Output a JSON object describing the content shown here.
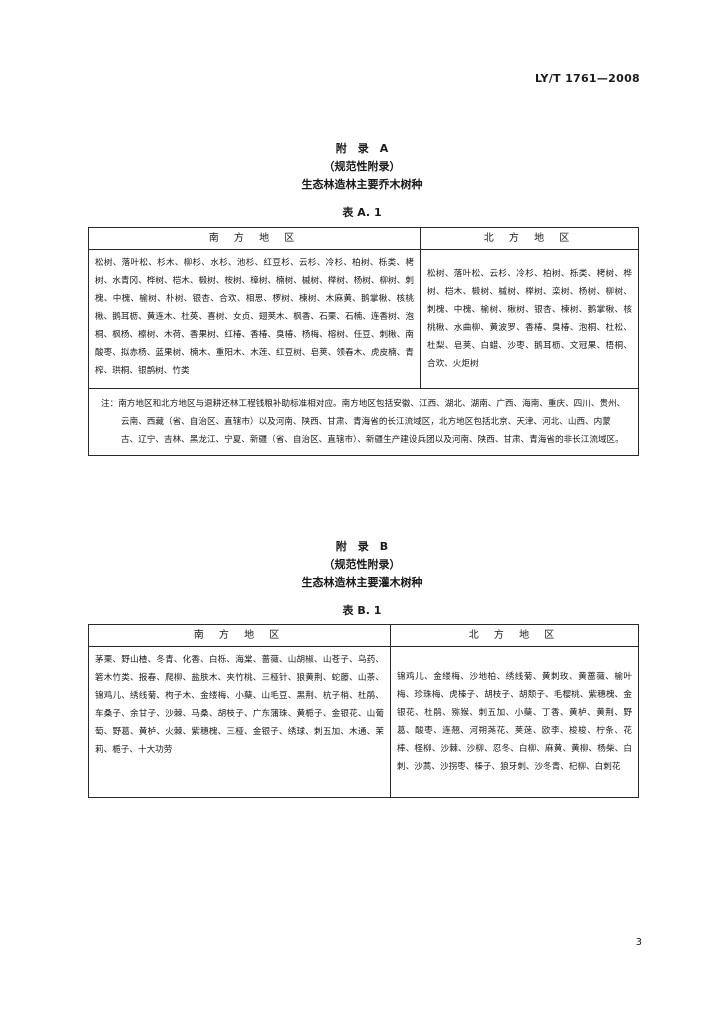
{
  "header": {
    "standard_code": "LY/T 1761—2008"
  },
  "appendix_a": {
    "label": "附　录　A",
    "type": "（规范性附录）",
    "title": "生态林造林主要乔木树种",
    "table_caption": "表 A. 1",
    "col_south": "南 方 地 区",
    "col_north": "北 方 地 区",
    "south_species": "松树、落叶松、杉木、柳杉、水杉、池杉、红豆杉、云杉、冷杉、柏树、栎类、栲树、水青冈、桦树、桤木、椴树、桉树、樟树、楠树、槭树、榉树、杨树、柳树、刺槐、中槐、榆树、朴树、银杏、合欢、相思、椤树、楝树、木麻黄、鹅掌楸、核桃楸、鹅耳枥、黄连木、杜英、喜树、女贞、翅荚木、枫香、石栗、石楠、连香树、泡桐、枫杨、檫树、木荷、香果树、红椿、香椿、臭椿、杨梅、榕树、任豆、刺楸、南酸枣、拟赤杨、蓝果树、楠木、重阳木、木莲、红豆树、皂荚、领春木、虎皮楠、青榨、珙桐、银鹊树、竹类",
    "north_species": "松树、落叶松、云杉、冷杉、柏树、栎类、栲树、桦树、桤木、椴树、槭树、榉树、栾树、杨树、柳树、刺槐、中槐、榆树、楸树、银杏、楝树、鹅掌楸、核桃楸、水曲柳、黄波罗、香椿、臭椿、泡桐、杜松、杜梨、皂荚、白蜡、沙枣、鹅耳枥、文冠果、梧桐、合欢、火炬树",
    "note": "注：南方地区和北方地区与退耕还林工程钱粮补助标准相对应。南方地区包括安徽、江西、湖北、湖南、广西、海南、重庆、四川、贵州、云南、西藏（省、自治区、直辖市）以及河南、陕西、甘肃、青海省的长江流域区，北方地区包括北京、天津、河北、山西、内蒙古、辽宁、吉林、黑龙江、宁夏、新疆（省、自治区、直辖市）、新疆生产建设兵团以及河南、陕西、甘肃、青海省的非长江流域区。"
  },
  "appendix_b": {
    "label": "附　录　B",
    "type": "（规范性附录）",
    "title": "生态林造林主要灌木树种",
    "table_caption": "表 B. 1",
    "col_south": "南 方 地 区",
    "col_north": "北 方 地 区",
    "south_species": "茅栗、野山楂、冬青、化香、白栎、海棠、蔷薇、山胡椒、山苍子、乌药、箬木竹类、报春、爬柳、盐肤木、夹竹桃、三桠针、狼黄荆、蛇藤、山茶、锦鸡儿、绣线菊、枸子木、金缕梅、小蘖、山毛豆、黑荆、杭子梢、杜鹃、车桑子、余甘子、沙棘、马桑、胡枝子、广东蒲珠、黄栀子、金银花、山葡萄、野葛、黄栌、火棘、紫穗槐、三桠、金银子、绣球、刺五加、木通、茉莉、栀子、十大功劳",
    "north_species": "锦鸡儿、金缕梅、沙地柏、绣线菊、黄刺玫、黄蔷薇、榆叶梅、珍珠梅、虎榛子、胡枝子、胡颓子、毛樱桃、紫穗槐、金银花、杜鹃、猕猴、刺五加、小蘖、丁香、黄栌、黄荆、野葛、酸枣、连翘、河朔荛花、荚蒾、欧李、梭梭、柠条、花棒、柽柳、沙棘、沙柳、忍冬、白柳、麻黄、黄柳、杨柴、白刺、沙蒿、沙拐枣、榛子、狼牙刺、沙冬青、杞柳、白刺花"
  },
  "footer": {
    "page_number": "3"
  }
}
